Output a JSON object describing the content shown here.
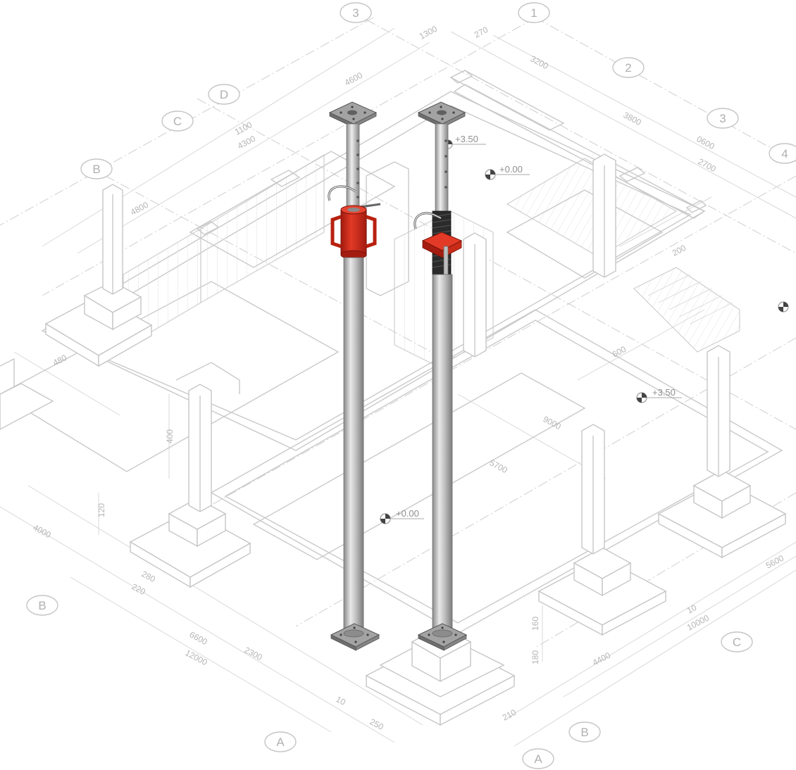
{
  "dimensions": {
    "d1300": "1300",
    "d270": "270",
    "d4600": "4600",
    "d3200": "3200",
    "d1100": "1100",
    "d4300": "4300",
    "d3800": "3800",
    "d0600": "0600",
    "d2700": "2700",
    "d4800": "4800",
    "d200": "200",
    "d600": "600",
    "d9000": "9000",
    "d5700": "5700",
    "d480": "480",
    "d400": "400",
    "d120": "120",
    "d4000": "4000",
    "d280": "280",
    "d220": "220",
    "d6600": "6600",
    "d12000": "12000",
    "d2300": "2300",
    "d10": "10",
    "d250": "250",
    "d160": "160",
    "d180": "180",
    "d10000": "10000",
    "d4400": "4400",
    "d210": "210",
    "d5600": "5600"
  },
  "levels": {
    "l_top": "+3.50",
    "l_mid": "+0.00",
    "l_right": "+3.50",
    "l_floor": "+0.00"
  },
  "grid_bubbles": {
    "g3_top": "3",
    "g1_top": "1",
    "g2_right": "2",
    "g3_right": "3",
    "g4_right": "4",
    "gD_left": "D",
    "gC_left": "C",
    "gB_left": "B",
    "gB_low": "B",
    "gA_bottom": "A",
    "gB_bottom": "B",
    "gA_bottom2": "A",
    "gC_right": "C"
  },
  "colors": {
    "steel": "#c8c8c8",
    "steel_dark": "#8e8e8e",
    "clamp_red": "#d42d1c",
    "thread_black": "#2b2b2b",
    "plate": "#9a9a9a",
    "line": "#c9c9c9"
  },
  "icons": {
    "left_prop": "telescopic-steel-prop-icon",
    "right_prop": "screw-jack-steel-prop-icon"
  }
}
